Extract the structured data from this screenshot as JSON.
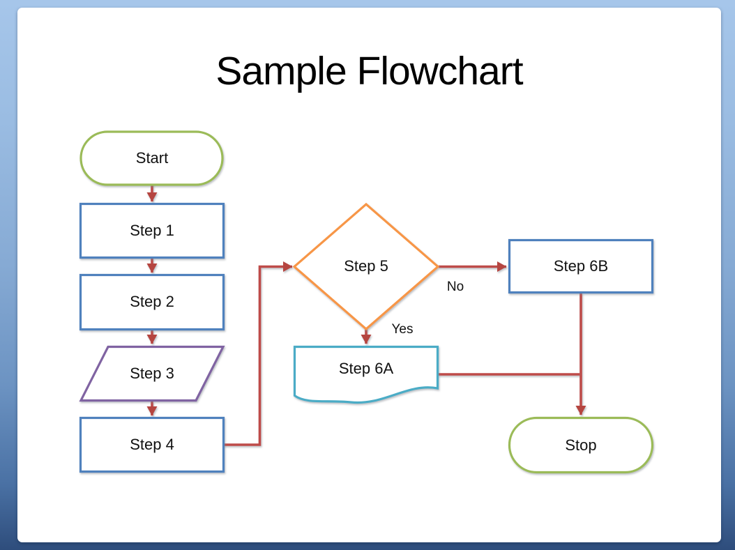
{
  "slide": {
    "title": "Sample Flowchart",
    "background": "#ffffff"
  },
  "colors": {
    "frame_top": "#a6c6ea",
    "frame_bottom": "#2e4d7c",
    "process_border": "#4F81BD",
    "terminator_border": "#9BBB59",
    "data_border": "#8064A2",
    "document_border": "#4BACC6",
    "decision_border": "#F79646",
    "connector": "#BE4B48",
    "text": "#111111"
  },
  "nodes": [
    {
      "id": "start",
      "type": "terminator",
      "label": "Start",
      "border_color": "#9BBB59"
    },
    {
      "id": "step-1",
      "type": "process",
      "label": "Step 1",
      "border_color": "#4F81BD"
    },
    {
      "id": "step-2",
      "type": "process",
      "label": "Step 2",
      "border_color": "#4F81BD"
    },
    {
      "id": "step-3",
      "type": "data",
      "label": "Step 3",
      "border_color": "#8064A2"
    },
    {
      "id": "step-4",
      "type": "process",
      "label": "Step 4",
      "border_color": "#4F81BD"
    },
    {
      "id": "step-5",
      "type": "decision",
      "label": "Step 5",
      "border_color": "#F79646"
    },
    {
      "id": "step-6a",
      "type": "document",
      "label": "Step 6A",
      "border_color": "#4BACC6"
    },
    {
      "id": "step-6b",
      "type": "process",
      "label": "Step 6B",
      "border_color": "#4F81BD"
    },
    {
      "id": "stop",
      "type": "terminator",
      "label": "Stop",
      "border_color": "#9BBB59"
    }
  ],
  "edges": [
    {
      "from": "start",
      "to": "step-1",
      "label": ""
    },
    {
      "from": "step-1",
      "to": "step-2",
      "label": ""
    },
    {
      "from": "step-2",
      "to": "step-3",
      "label": ""
    },
    {
      "from": "step-3",
      "to": "step-4",
      "label": ""
    },
    {
      "from": "step-4",
      "to": "step-5",
      "label": ""
    },
    {
      "from": "step-5",
      "to": "step-6a",
      "label": "Yes"
    },
    {
      "from": "step-5",
      "to": "step-6b",
      "label": "No"
    },
    {
      "from": "step-6a",
      "to": "stop",
      "label": ""
    },
    {
      "from": "step-6b",
      "to": "stop",
      "label": ""
    }
  ]
}
